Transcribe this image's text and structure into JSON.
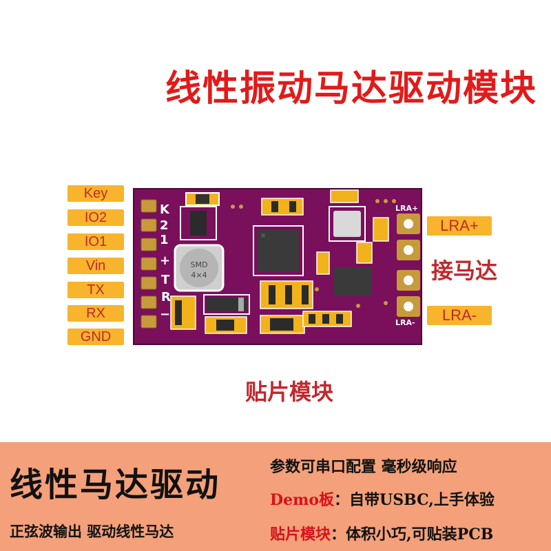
{
  "title": "线性振动马达驱动模块",
  "pins": [
    "Key",
    "IO2",
    "IO1",
    "Vin",
    "TX",
    "RX",
    "GND"
  ],
  "lra": {
    "plus": "LRA+",
    "minus": "LRA-"
  },
  "motor_label": "接马达",
  "board": {
    "silk_pins": [
      "K",
      "2",
      "1",
      "+",
      "T",
      "R",
      "−"
    ],
    "silk_lra_plus": "LRA+",
    "silk_lra_minus": "LRA-",
    "inductor_line1": "SMD",
    "inductor_line2": "4×4"
  },
  "smd_caption": "贴片模块",
  "banner": {
    "title": "线性马达驱动",
    "subtitle": "正弦波输出  驱动线性马达",
    "line1": "参数可串口配置  毫秒级响应",
    "line2_hl": "Demo板",
    "line2": "：自带USBC,上手体验",
    "line3_hl": "贴片模块",
    "line3": "：体积小巧,可贴装PCB"
  },
  "colors": {
    "title": "#e21a1a",
    "accent": "#c2272d",
    "label_bg": "#f7b42c",
    "pcb": "#7a0f5c",
    "banner_bg": "#f4a07a"
  }
}
